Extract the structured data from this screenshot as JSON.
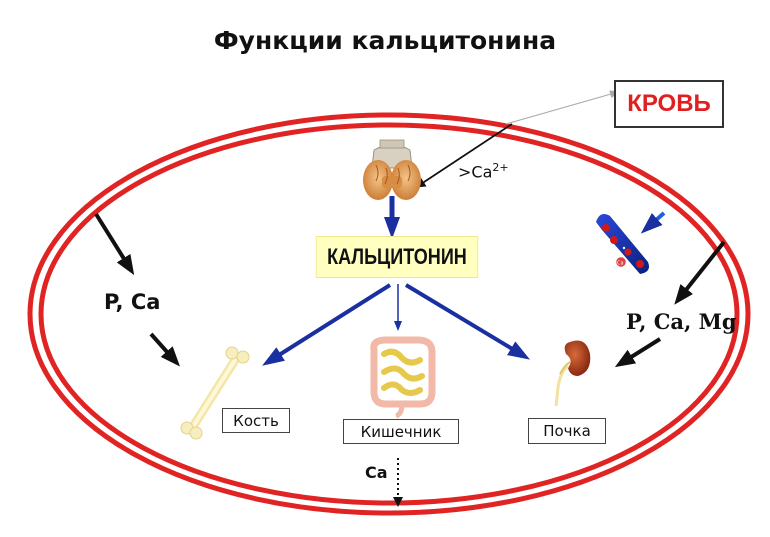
{
  "title": "Функции кальцитонина",
  "blood_label": "КРОВЬ",
  "hormone_label": "КАЛЬЦИТОНИН",
  "calcium_signal": {
    "text": ">Ca",
    "superscript": "2+"
  },
  "left_ions": "P, Ca",
  "right_ions": "P, Ca, Mg",
  "targets": {
    "bone": "Кость",
    "intestine": "Кишечник",
    "kidney": "Почка"
  },
  "excretion_label": "Ca",
  "vessel_cell_label": "Ca",
  "colors": {
    "membrane": "#e02424",
    "hormone_arrow": "#1a2fa0",
    "ion_arrow": "#111111",
    "box_fill": "#ffffc0",
    "blood_text": "#e02020"
  },
  "icons": [
    "thyroid-gland-icon",
    "blood-vessel-icon",
    "bone-icon",
    "intestine-icon",
    "kidney-icon"
  ]
}
